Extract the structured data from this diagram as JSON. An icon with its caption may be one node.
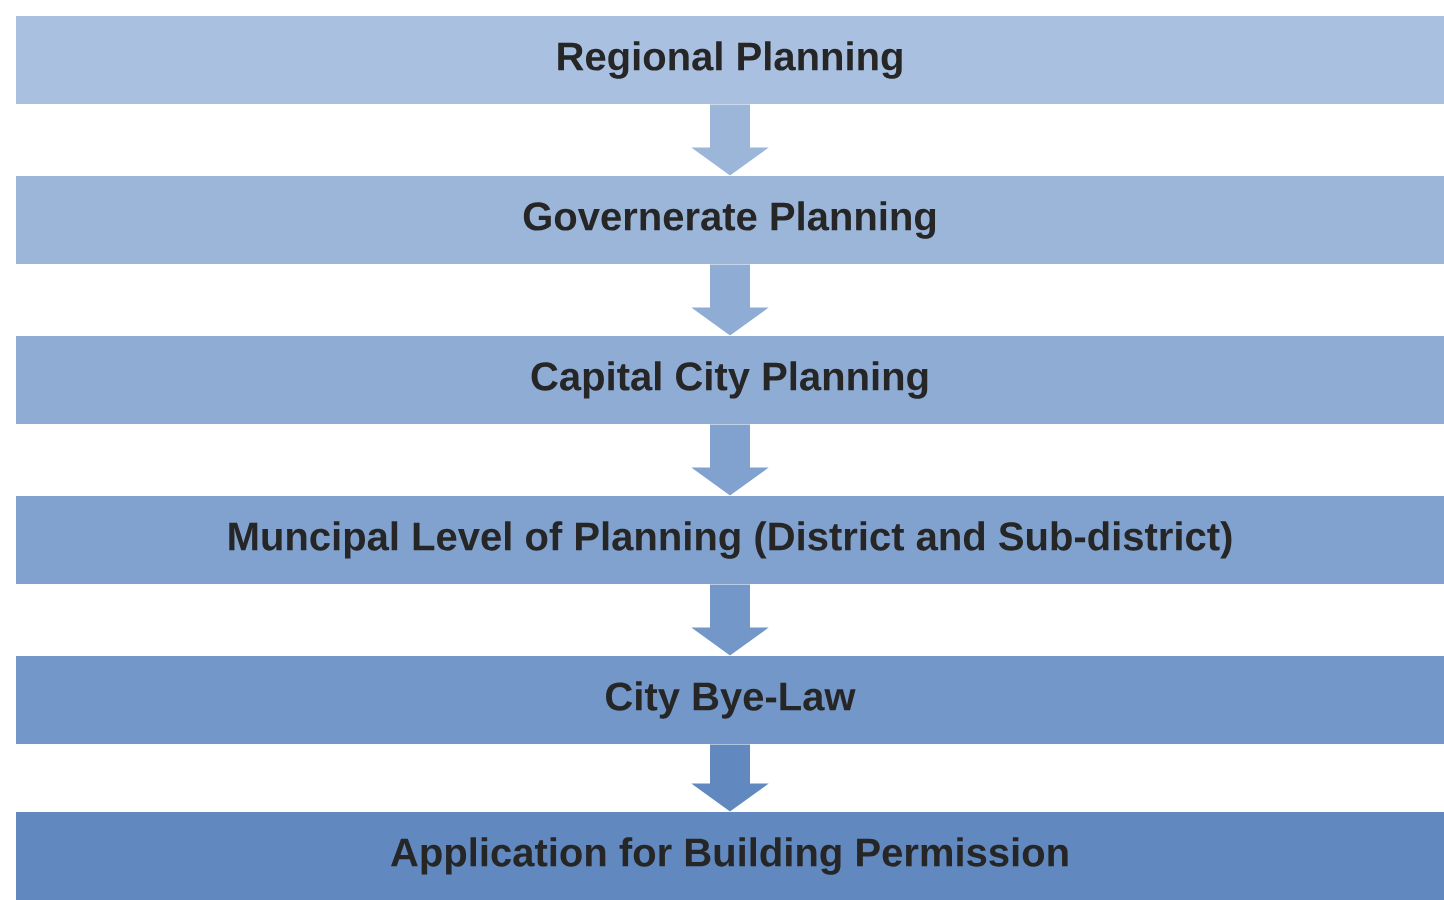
{
  "diagram": {
    "nodes": [
      {
        "text": [
          "Regional Planning"
        ]
      },
      {
        "text": [
          "Governerate Planning"
        ]
      },
      {
        "text": [
          "Capital City Planning"
        ]
      },
      {
        "text": [
          "Muncipal Level of Planning (District and Sub-district)"
        ]
      },
      {
        "text": [
          "City Bye-Law"
        ]
      },
      {
        "text": [
          "Application for Building Permission"
        ]
      }
    ],
    "edges": [
      {
        "from": 0,
        "to": 1,
        "arrow": "to"
      },
      {
        "from": 1,
        "to": 2,
        "arrow": "to"
      },
      {
        "from": 2,
        "to": 3,
        "arrow": "to"
      },
      {
        "from": 3,
        "to": 4,
        "arrow": "to"
      },
      {
        "from": 4,
        "to": 5,
        "arrow": "to"
      }
    ]
  }
}
